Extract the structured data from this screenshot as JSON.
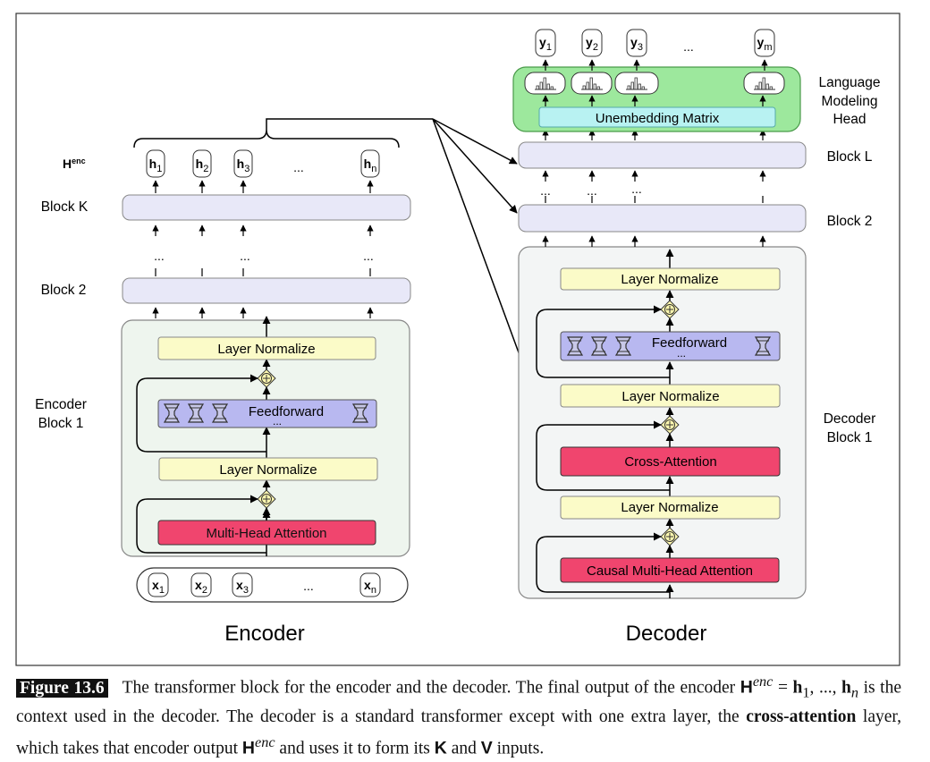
{
  "encoder": {
    "title": "Encoder",
    "henc_label": "H",
    "henc_sup": "enc",
    "block_k": "Block K",
    "block_2": "Block 2",
    "block1_line1": "Encoder",
    "block1_line2": "Block 1",
    "layer_norm_top": "Layer Normalize",
    "feedforward": "Feedforward",
    "layer_norm_bottom": "Layer Normalize",
    "attention": "Multi-Head Attention",
    "outputs": [
      {
        "base": "h",
        "sub": "1"
      },
      {
        "base": "h",
        "sub": "2"
      },
      {
        "base": "h",
        "sub": "3"
      },
      {
        "base": "h",
        "sub": "n"
      }
    ],
    "inputs": [
      {
        "base": "x",
        "sub": "1"
      },
      {
        "base": "x",
        "sub": "2"
      },
      {
        "base": "x",
        "sub": "3"
      },
      {
        "base": "x",
        "sub": "n"
      }
    ],
    "ellipsis": "..."
  },
  "decoder": {
    "title": "Decoder",
    "lm_head_line1": "Language",
    "lm_head_line2": "Modeling",
    "lm_head_line3": "Head",
    "unembedding": "Unembedding Matrix",
    "block_l": "Block L",
    "block_2": "Block 2",
    "block1_line1": "Decoder",
    "block1_line2": "Block 1",
    "layer_norm_1": "Layer Normalize",
    "feedforward": "Feedforward",
    "layer_norm_2": "Layer Normalize",
    "cross_attention": "Cross-Attention",
    "layer_norm_3": "Layer Normalize",
    "causal_attention": "Causal Multi-Head Attention",
    "outputs": [
      {
        "base": "y",
        "sub": "1"
      },
      {
        "base": "y",
        "sub": "2"
      },
      {
        "base": "y",
        "sub": "3"
      },
      {
        "base": "y",
        "sub": "m"
      }
    ],
    "ellipsis": "..."
  },
  "caption": {
    "label": "Figure 13.6",
    "t1": "The transformer block for the encoder and the decoder. The final output of the encoder ",
    "h_bold": "H",
    "enc_sup": "enc",
    "eq": " = ",
    "h1": "h",
    "h1_sub": "1",
    "t2": ", ..., ",
    "hn": "h",
    "hn_sub": "n",
    "t3": " is the context used in the decoder. The decoder is a standard transformer except with one extra layer, the ",
    "cross_bold": "cross-attention",
    "t4": " layer, which takes that encoder output ",
    "h2_bold": "H",
    "enc2_sup": "enc",
    "t5": " and uses it to form its ",
    "k": "K",
    "t6": " and ",
    "v": "V",
    "t7": " inputs."
  }
}
